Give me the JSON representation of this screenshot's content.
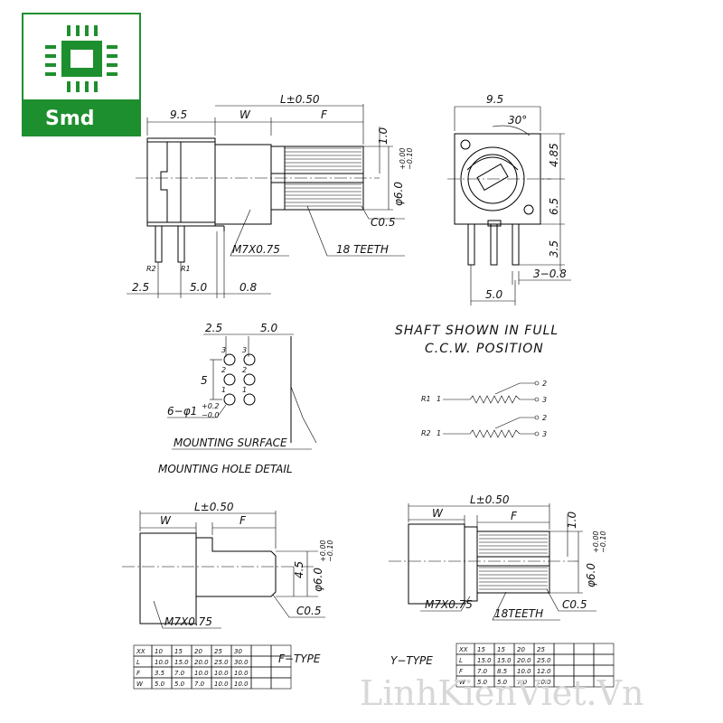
{
  "logo": {
    "text": "Smd",
    "color": "#1e8f2f"
  },
  "watermark": "LinhKienViet.Vn",
  "top_side": {
    "dim_total": "L±0.50",
    "dim_body": "9.5",
    "dim_w": "W",
    "dim_f": "F",
    "dim_tip": "1.0",
    "dim_dia": "φ6.0",
    "tol_upper": "+0.00",
    "tol_lower": "−0.10",
    "chamfer": "C0.5",
    "thread": "M7X0.75",
    "teeth": "18 TEETH",
    "pin_r2": "R2",
    "pin_r1": "R1",
    "dim_25": "2.5",
    "dim_50": "5.0",
    "dim_08": "0.8"
  },
  "top_front": {
    "dim_width": "9.5",
    "angle": "30°",
    "dim_485": "4.85",
    "dim_65": "6.5",
    "dim_35": "3.5",
    "dim_308": "3−0.8",
    "dim_50": "5.0"
  },
  "shaft_note": {
    "line1": "SHAFT SHOWN IN FULL",
    "line2": "C.C.W. POSITION"
  },
  "hole_detail": {
    "dim_25": "2.5",
    "dim_50": "5.0",
    "dim_5": "5",
    "hole_spec": "6−φ1",
    "hole_up": "+0.2",
    "hole_low": "−0.0",
    "pin3": "3",
    "pin2": "2",
    "pin1": "1",
    "surface": "MOUNTING SURFACE",
    "title": "MOUNTING HOLE DETAIL"
  },
  "schematic": {
    "r1": "R1",
    "r2": "R2",
    "p1": "1",
    "p2": "2",
    "p3": "3"
  },
  "f_type": {
    "dim_total": "L±0.50",
    "dim_w": "W",
    "dim_f": "F",
    "dim_45": "4.5",
    "dim_dia": "φ6.0",
    "tol_upper": "+0.00",
    "tol_lower": "−0.10",
    "chamfer": "C0.5",
    "thread": "M7X0.75",
    "label": "F−TYPE",
    "table": {
      "header": [
        "XX",
        "10",
        "15",
        "20",
        "25",
        "30",
        "",
        ""
      ],
      "rows": [
        [
          "L",
          "10.0",
          "15.0",
          "20.0",
          "25.0",
          "30.0",
          "",
          ""
        ],
        [
          "F",
          "3.5",
          "7.0",
          "10.0",
          "10.0",
          "10.0",
          "",
          ""
        ],
        [
          "W",
          "5.0",
          "5.0",
          "7.0",
          "10.0",
          "10.0",
          "",
          ""
        ]
      ]
    }
  },
  "y_type": {
    "dim_total": "L±0.50",
    "dim_w": "W",
    "dim_f": "F",
    "dim_tip": "1.0",
    "dim_dia": "φ6.0",
    "tol_upper": "+0.00",
    "tol_lower": "−0.10",
    "chamfer": "C0.5",
    "thread": "M7X0.75",
    "teeth": "18TEETH",
    "label": "Y−TYPE",
    "table": {
      "header": [
        "XX",
        "15",
        "15",
        "20",
        "25",
        "",
        "",
        ""
      ],
      "rows": [
        [
          "L",
          "15.0",
          "15.0",
          "20.0",
          "25.0",
          "",
          "",
          ""
        ],
        [
          "F",
          "7.0",
          "8.5",
          "10.0",
          "12.0",
          "",
          "",
          ""
        ],
        [
          "W",
          "5.0",
          "5.0",
          "7.0",
          "10.0",
          "",
          "",
          ""
        ]
      ]
    }
  }
}
